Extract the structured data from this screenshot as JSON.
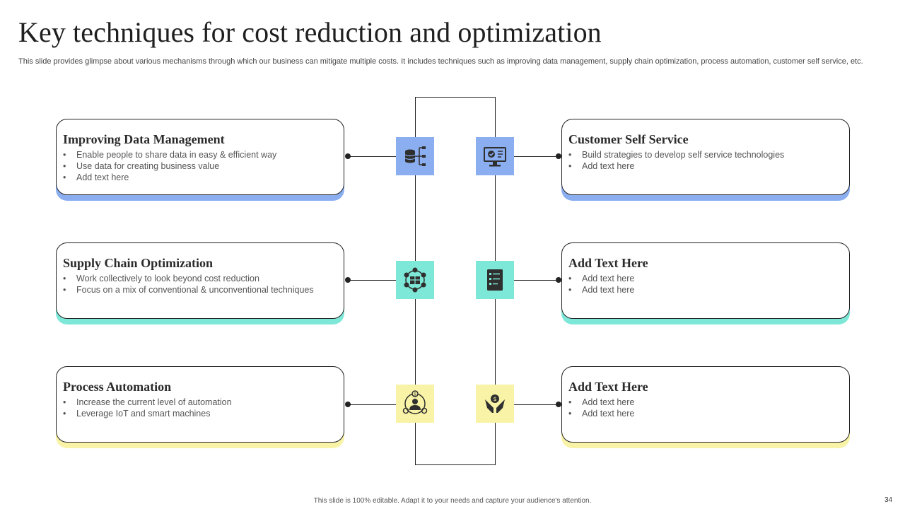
{
  "slide": {
    "title": "Key techniques for cost reduction and optimization",
    "subtitle": "This slide provides glimpse about various mechanisms through which our business can mitigate multiple costs. It includes techniques such as improving data management, supply chain optimization, process automation, customer self service, etc.",
    "footer": "This slide is 100% editable. Adapt it to your needs and capture your audience's attention.",
    "page_number": "34"
  },
  "colors": {
    "blue": "#8aaef0",
    "teal": "#7de8d8",
    "yellow": "#f8f3a6",
    "dark": "#222222"
  },
  "cards": [
    {
      "title": "Improving Data Management",
      "bullets": [
        "Enable people to share data in easy & efficient way",
        "Use data for creating business value",
        "Add text here"
      ],
      "icon": "database-network-icon"
    },
    {
      "title": "Customer Self Service",
      "bullets": [
        "Build strategies to develop  self service technologies",
        "Add text here"
      ],
      "icon": "monitor-check-icon"
    },
    {
      "title": "Supply Chain Optimization",
      "bullets": [
        "Work collectively to look beyond cost reduction",
        "Focus on a mix of conventional  & unconventional  techniques"
      ],
      "icon": "supply-network-icon"
    },
    {
      "title": "Add  Text Here",
      "bullets": [
        "Add text here",
        "Add text here"
      ],
      "icon": "checklist-icon"
    },
    {
      "title": "Process Automation",
      "bullets": [
        "Increase the current level of automation",
        "Leverage  IoT and smart machines"
      ],
      "icon": "user-gear-icon"
    },
    {
      "title": "Add  Text Here",
      "bullets": [
        "Add text here",
        "Add text here"
      ],
      "icon": "hands-coin-icon"
    }
  ]
}
